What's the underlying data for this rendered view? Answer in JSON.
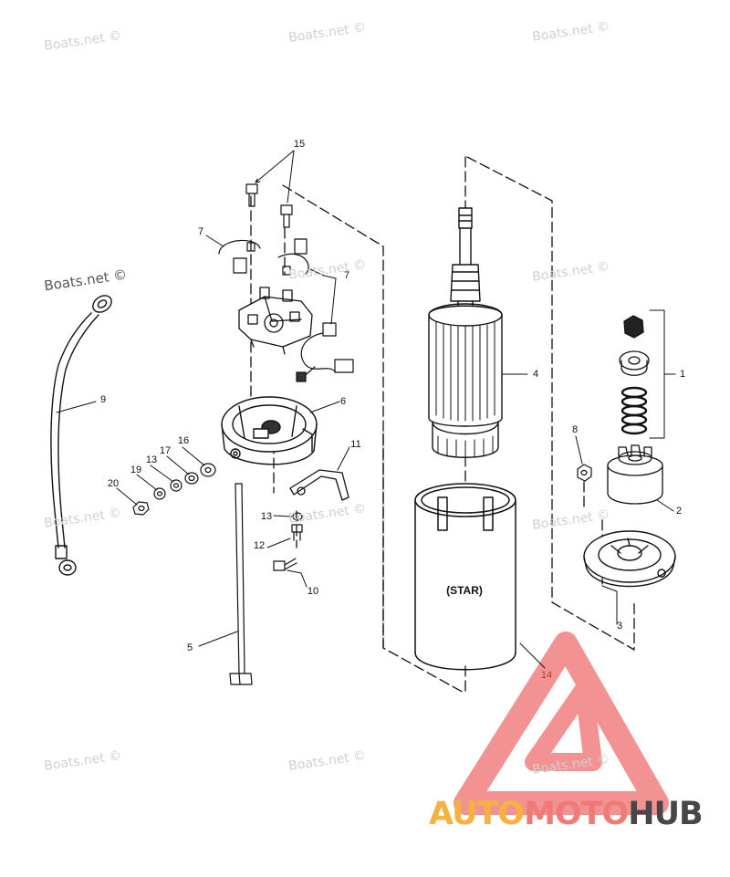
{
  "watermarks": {
    "text": "Boats.net ©"
  },
  "callouts": [
    "1",
    "2",
    "3",
    "4",
    "5",
    "6",
    "7",
    "7",
    "8",
    "9",
    "10",
    "11",
    "12",
    "13",
    "13",
    "14",
    "15",
    "16",
    "17",
    "19",
    "20"
  ],
  "housing_label": "(STAR)",
  "brand": {
    "part1": "AUTO",
    "part2": "MOTO",
    "part3": "HUB",
    "color1": "#f5b23e",
    "color2": "#f07a78",
    "color3": "#474747",
    "logo_color": "#f08080"
  }
}
